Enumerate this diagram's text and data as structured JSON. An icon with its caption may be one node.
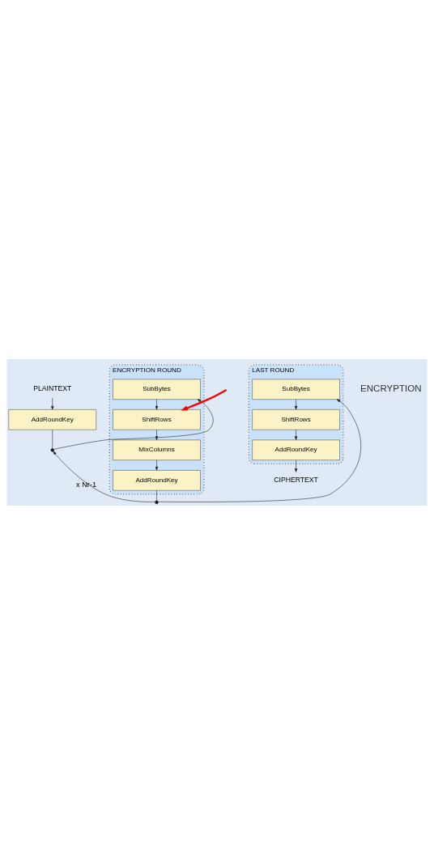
{
  "diagram": {
    "nodes": [
      {
        "text": [
          "PLAINTEXT"
        ]
      },
      {
        "text": [
          "AddRoundKey"
        ]
      },
      {
        "text": [
          "ENCRYPTION ROUND"
        ]
      },
      {
        "text": [
          "SubBytes"
        ],
        "in": 2
      },
      {
        "text": [
          "ShiftRows"
        ],
        "in": 2
      },
      {
        "text": [
          "MixColumns"
        ],
        "in": 2
      },
      {
        "text": [
          "AddRoundKey"
        ],
        "in": 2
      },
      {
        "text": [
          "LAST ROUND"
        ]
      },
      {
        "text": [
          "SubBytes"
        ],
        "in": 7
      },
      {
        "text": [
          "ShiftRows"
        ],
        "in": 7
      },
      {
        "text": [
          "AddRoundKey"
        ],
        "in": 7
      },
      {
        "text": [
          "CIPHERTEXT"
        ]
      },
      {
        "text": [],
        "shape": "circle"
      },
      {
        "text": [],
        "shape": "circle"
      }
    ],
    "edges": [
      {
        "from": 0,
        "to": 1,
        "arrow": "to"
      },
      {
        "from": 1,
        "to": 12,
        "arrow": "none"
      },
      {
        "from": 12,
        "to": 3,
        "arrow": "to"
      },
      {
        "from": 3,
        "to": 4,
        "arrow": "to"
      },
      {
        "from": 4,
        "to": 5,
        "arrow": "to"
      },
      {
        "from": 5,
        "to": 6,
        "arrow": "to"
      },
      {
        "from": 6,
        "to": 13,
        "arrow": "none"
      },
      {
        "from": 13,
        "to": 12,
        "arrow": "to",
        "label": "x Nr-1"
      },
      {
        "from": 13,
        "to": 8,
        "arrow": "to"
      },
      {
        "from": 8,
        "to": 9,
        "arrow": "to"
      },
      {
        "from": 9,
        "to": 10,
        "arrow": "to"
      },
      {
        "from": 10,
        "to": 11,
        "arrow": "to"
      },
      {
        "from": null,
        "to": 4,
        "arrow": "to",
        "style": "thick",
        "color": "#ff0000"
      }
    ],
    "labels": [
      "ENCRYPTION"
    ]
  }
}
